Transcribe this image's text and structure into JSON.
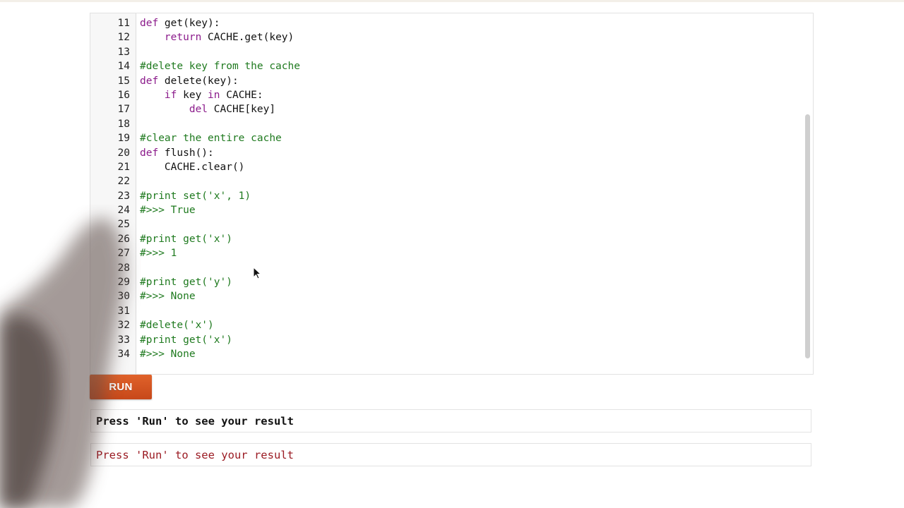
{
  "editor": {
    "lines": [
      {
        "num": "11",
        "tokens": [
          {
            "t": "kw",
            "v": "def"
          },
          {
            "t": "plain",
            "v": " get(key):"
          }
        ]
      },
      {
        "num": "12",
        "tokens": [
          {
            "t": "plain",
            "v": "    "
          },
          {
            "t": "kw",
            "v": "return"
          },
          {
            "t": "plain",
            "v": " CACHE.get(key)"
          }
        ]
      },
      {
        "num": "13",
        "tokens": []
      },
      {
        "num": "14",
        "tokens": [
          {
            "t": "cm",
            "v": "#delete key from the cache"
          }
        ]
      },
      {
        "num": "15",
        "tokens": [
          {
            "t": "kw",
            "v": "def"
          },
          {
            "t": "plain",
            "v": " delete(key):"
          }
        ]
      },
      {
        "num": "16",
        "tokens": [
          {
            "t": "plain",
            "v": "    "
          },
          {
            "t": "kw",
            "v": "if"
          },
          {
            "t": "plain",
            "v": " key "
          },
          {
            "t": "kw",
            "v": "in"
          },
          {
            "t": "plain",
            "v": " CACHE:"
          }
        ]
      },
      {
        "num": "17",
        "tokens": [
          {
            "t": "plain",
            "v": "        "
          },
          {
            "t": "kw",
            "v": "del"
          },
          {
            "t": "plain",
            "v": " CACHE[key]"
          }
        ]
      },
      {
        "num": "18",
        "tokens": []
      },
      {
        "num": "19",
        "tokens": [
          {
            "t": "cm",
            "v": "#clear the entire cache"
          }
        ]
      },
      {
        "num": "20",
        "tokens": [
          {
            "t": "kw",
            "v": "def"
          },
          {
            "t": "plain",
            "v": " flush():"
          }
        ]
      },
      {
        "num": "21",
        "tokens": [
          {
            "t": "plain",
            "v": "    CACHE.clear()"
          }
        ]
      },
      {
        "num": "22",
        "tokens": []
      },
      {
        "num": "23",
        "tokens": [
          {
            "t": "cm",
            "v": "#print set('x', 1)"
          }
        ]
      },
      {
        "num": "24",
        "tokens": [
          {
            "t": "cm",
            "v": "#>>> True"
          }
        ]
      },
      {
        "num": "25",
        "tokens": []
      },
      {
        "num": "26",
        "tokens": [
          {
            "t": "cm",
            "v": "#print get('x')"
          }
        ]
      },
      {
        "num": "27",
        "tokens": [
          {
            "t": "cm",
            "v": "#>>> 1"
          }
        ]
      },
      {
        "num": "28",
        "tokens": []
      },
      {
        "num": "29",
        "tokens": [
          {
            "t": "cm",
            "v": "#print get('y')"
          }
        ]
      },
      {
        "num": "30",
        "tokens": [
          {
            "t": "cm",
            "v": "#>>> None"
          }
        ]
      },
      {
        "num": "31",
        "tokens": []
      },
      {
        "num": "32",
        "tokens": [
          {
            "t": "cm",
            "v": "#delete('x')"
          }
        ]
      },
      {
        "num": "33",
        "tokens": [
          {
            "t": "cm",
            "v": "#print get('x')"
          }
        ]
      },
      {
        "num": "34",
        "tokens": [
          {
            "t": "cm",
            "v": "#>>> None"
          }
        ]
      }
    ]
  },
  "run_button": {
    "label": "RUN"
  },
  "results": {
    "output_text": "Press 'Run' to see your result",
    "error_text": "Press 'Run' to see your result"
  },
  "colors": {
    "keyword": "#8b1b8b",
    "comment": "#1f7a1f",
    "run_button": "#d4521f",
    "error_text": "#9b1b23"
  },
  "icons": {
    "cursor": "mouse-pointer-icon"
  }
}
